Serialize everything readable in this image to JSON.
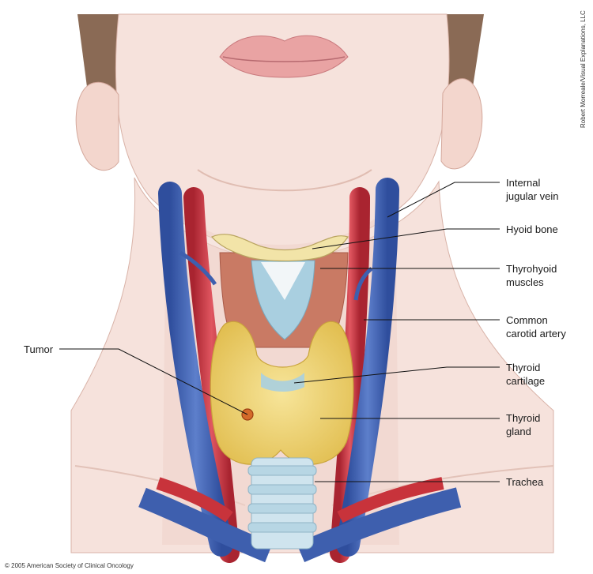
{
  "labels": {
    "internal_jugular_vein": [
      "Internal",
      "jugular vein"
    ],
    "hyoid_bone": [
      "Hyoid bone"
    ],
    "thyrohyoid_muscles": [
      "Thyrohyoid",
      "muscles"
    ],
    "common_carotid_artery": [
      "Common",
      "carotid artery"
    ],
    "thyroid_cartilage": [
      "Thyroid",
      "cartilage"
    ],
    "thyroid_gland": [
      "Thyroid",
      "gland"
    ],
    "trachea": [
      "Trachea"
    ],
    "tumor": [
      "Tumor"
    ]
  },
  "credits": {
    "copyright": "© 2005 American Society of Clinical Oncology",
    "artist": "Robert Morreale/Visual Explanations, LLC"
  },
  "colors": {
    "skin": "#f6e2dc",
    "skin_shadow": "#ecc7bd",
    "hair": "#8a6a55",
    "vein": "#3e5fae",
    "artery": "#c8333b",
    "thyroid": "#f0d676",
    "muscle": "#c97a64",
    "cartilage": "#a9cfe0",
    "bone": "#f2e4a8",
    "leader": "#111111"
  }
}
